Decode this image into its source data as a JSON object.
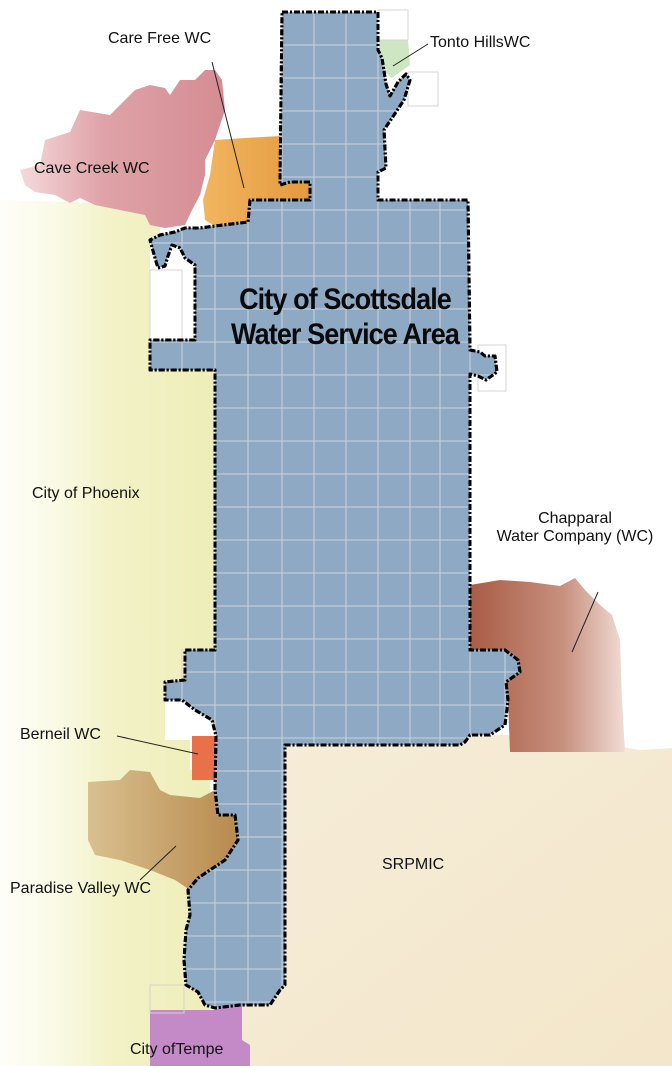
{
  "title": {
    "line1": "City of Scottsdale",
    "line2": "Water Service Area"
  },
  "labels": {
    "care_free": "Care Free WC",
    "tonto_hills": "Tonto HillsWC",
    "cave_creek": "Cave Creek WC",
    "phoenix": "City of Phoenix",
    "chapparal_line1": "Chapparal",
    "chapparal_line2": "Water Company (WC)",
    "berneil": "Berneil WC",
    "paradise_valley": "Paradise Valley WC",
    "srpmic": "SRPMIC",
    "tempe": "City ofTempe"
  },
  "colors": {
    "scottsdale": "#8EA9C4",
    "grid": "#c9d2dc",
    "boundary": "#000000",
    "phoenix": "#F3F2C8",
    "srpmic": "#F5EAD2",
    "cave_creek": "#D9969C",
    "care_free": "#E9A24A",
    "tonto_hills": "#CFE6C2",
    "chapparal": "#B26A55",
    "berneil": "#E8714A",
    "paradise_valley": "#C9A46A",
    "tempe": "#C48AC8"
  }
}
